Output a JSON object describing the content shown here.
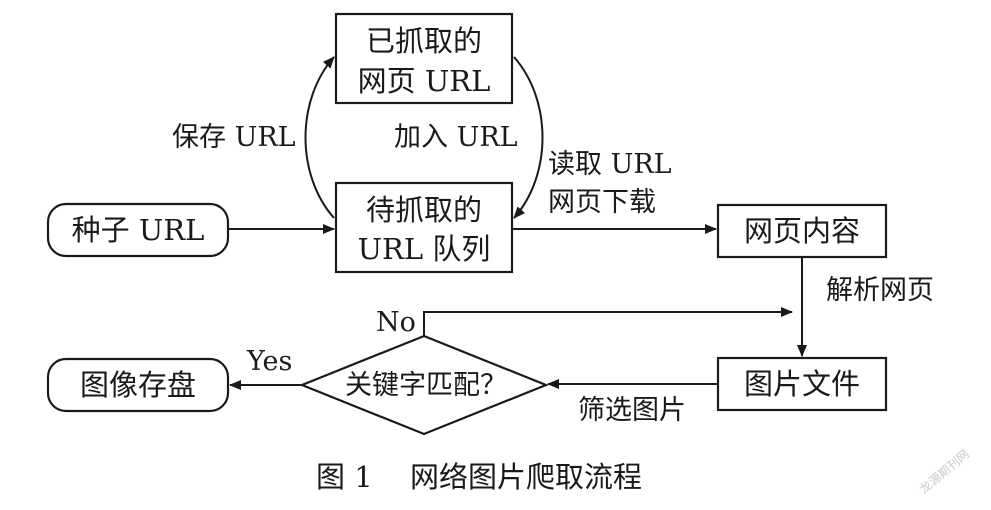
{
  "nodes": {
    "crawled_url": {
      "line1": "已抓取的",
      "line2": "网页 URL"
    },
    "pending_url": {
      "line1": "待抓取的",
      "line2": "URL 队列"
    },
    "seed_url": {
      "label": "种子 URL"
    },
    "page_content": {
      "label": "网页内容"
    },
    "image_file": {
      "label": "图片文件"
    },
    "keyword_match": {
      "label": "关键字匹配？"
    },
    "image_save": {
      "label": "图像存盘"
    }
  },
  "edges": {
    "save_url": "保存 URL",
    "add_url": "加入 URL",
    "read_url": "读取 URL",
    "page_download": "网页下载",
    "parse_page": "解析网页",
    "filter_images": "筛选图片",
    "yes": "Yes",
    "no": "No"
  },
  "caption": {
    "number": "图 1",
    "title": "网络图片爬取流程"
  },
  "watermark": "龙源期刊网"
}
